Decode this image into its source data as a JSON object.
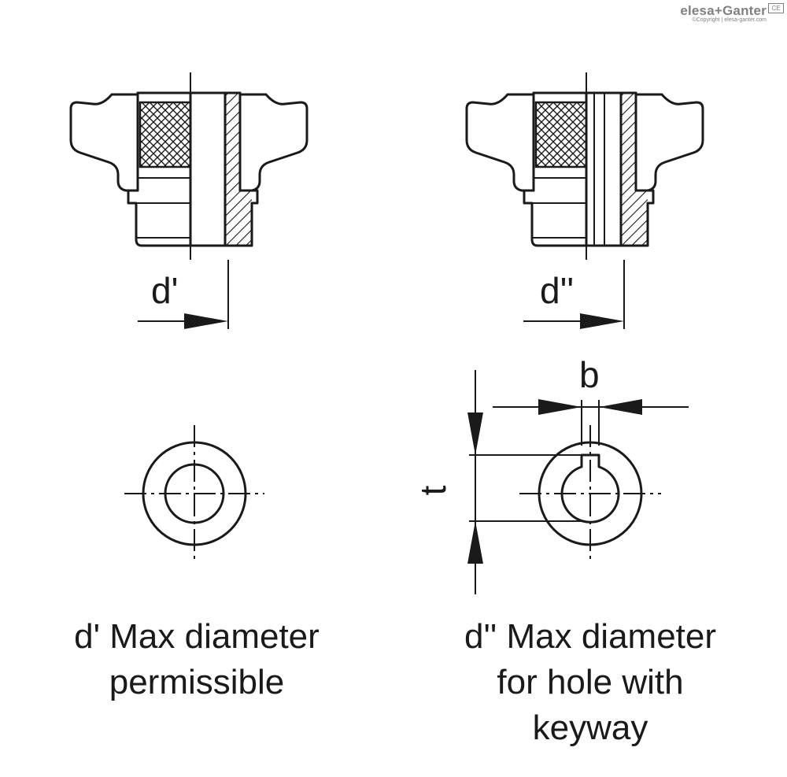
{
  "logo": {
    "brand": "elesa+Ganter",
    "copyright": "©Copyright | elesa-ganter.com",
    "mark": "CE"
  },
  "labels": {
    "d_prime": "d'",
    "d_double_prime": "d''",
    "b": "b",
    "t": "t"
  },
  "captions": {
    "left": [
      "d' Max diameter",
      "permissible"
    ],
    "right": [
      "d'' Max diameter",
      "for hole with",
      "keyway"
    ]
  },
  "colors": {
    "line": "#1a1a1a",
    "logo": "#808080",
    "background": "#ffffff"
  }
}
